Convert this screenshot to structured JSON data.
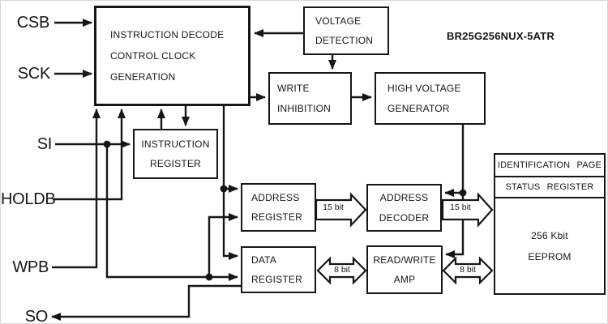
{
  "title": {
    "part_number": "BR25G256NUX-5ATR"
  },
  "signals": {
    "csb": "CSB",
    "sck": "SCK",
    "si": "SI",
    "holdb": "HOLDB",
    "wpb": "WPB",
    "so": "SO"
  },
  "blocks": {
    "instruction_decode": {
      "line1": "INSTRUCTION DECODE",
      "line2": "CONTROL CLOCK",
      "line3": "GENERATION"
    },
    "voltage_detection": {
      "line1": "VOLTAGE",
      "line2": "DETECTION"
    },
    "write_inhibition": {
      "line1": "WRITE",
      "line2": "INHIBITION"
    },
    "high_voltage_generator": {
      "line1": "HIGH VOLTAGE",
      "line2": "GENERATOR"
    },
    "instruction_register": {
      "line1": "INSTRUCTION",
      "line2": "REGISTER"
    },
    "address_register": {
      "line1": "ADDRESS",
      "line2": "REGISTER"
    },
    "data_register": {
      "line1": "DATA",
      "line2": "REGISTER"
    },
    "address_decoder": {
      "line1": "ADDRESS",
      "line2": "DECODER"
    },
    "read_write_amp": {
      "line1": "READ/WRITE",
      "line2": "AMP"
    },
    "eeprom": {
      "row1": "IDENTIFICATION PAGE",
      "row2": "STATUS REGISTER",
      "line1": "256 Kbit",
      "line2": "EEPROM"
    }
  },
  "bus_labels": {
    "addr_reg_to_decoder": "15 bit",
    "decoder_to_eeprom": "15 bit",
    "data_reg_to_amp": "8 bit",
    "amp_to_eeprom": "8 bit"
  },
  "colors": {
    "line": "#161616",
    "background": "#ffffff"
  }
}
